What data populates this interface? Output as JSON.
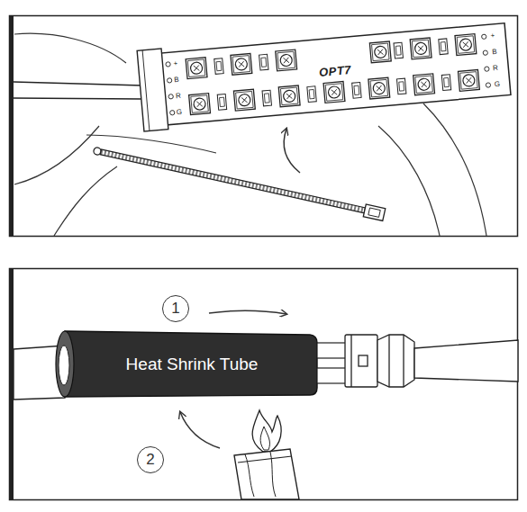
{
  "diagram": {
    "nodes": [
      {
        "text": [
          "Heat Shrink Tube"
        ]
      },
      {
        "text": [
          "1"
        ]
      },
      {
        "text": [
          "2"
        ]
      }
    ],
    "labels": [
      "+",
      "B",
      "R",
      "G",
      "OPT7",
      "+",
      "B",
      "R",
      "G"
    ]
  }
}
